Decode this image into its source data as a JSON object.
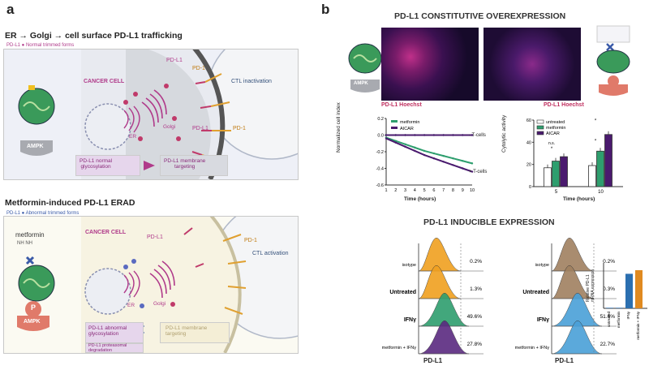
{
  "panel_a": {
    "letter": "a",
    "title1": "ER → Golgi → cell surface PD-L1 trafficking",
    "legend1": "PD-L1 ● Normal trimmed forms",
    "cancer_cell": "CANCER CELL",
    "pdl1": "PD-L1",
    "pd1": "PD-1",
    "ctl_inactivation": "CTL inactivation",
    "golgi": "Golgi",
    "er": "ER",
    "ampk": "AMPK",
    "normal_glyco": "PD-L1 normal\nglycosylation",
    "membrane_targeting": "PD-L1 membrane\ntargeting",
    "title2": "Metformin-induced PD-L1 ERAD",
    "legend2": "PD-L1 ● Abnormal trimmed forms",
    "metformin": "metformin",
    "cancer_cell2": "CANCER CELL",
    "pdl1_2": "PD-L1",
    "pd1_2": "PD-1",
    "ctl_activation": "CTL activation",
    "golgi2": "Golgi",
    "er2": "ER",
    "ampk2": "AMPK",
    "p": "P",
    "abnormal_glyco": "PD-L1 abnormal\nglycosylation",
    "membrane_targeting2": "PD-L1 membrane\ntargeting",
    "proteasomal": "PD-L1 proteasomal\ndegradation"
  },
  "panel_b": {
    "letter": "b",
    "title_const": "PD-L1 CONSTITUTIVE OVEREXPRESSION",
    "img_label_left": "PD-L1 Hoechst",
    "img_label_right": "PD-L1 Hoechst",
    "ampk": "AMPK",
    "title_induc": "PD-L1 INDUCIBLE EXPRESSION",
    "flow_xlabel": "PD-L1"
  },
  "chart_data": [
    {
      "type": "line",
      "title": "",
      "xlabel": "Time (hours)",
      "ylabel": "Normalized cell index",
      "x": [
        1,
        2,
        3,
        4,
        5,
        6,
        7,
        8,
        9,
        10
      ],
      "xticks": [
        "1",
        "2",
        "3",
        "4",
        "5",
        "6",
        "7",
        "8",
        "9",
        "10"
      ],
      "yticks": [
        "0.2",
        "0.0",
        "-0.2",
        "-0.4",
        "-0.6"
      ],
      "ylim": [
        -0.6,
        0.2
      ],
      "series": [
        {
          "name": "metformin",
          "color": "#2e9e6e",
          "minus_tcells": [
            0,
            0,
            0,
            0,
            0,
            0,
            0,
            0,
            0,
            0
          ],
          "plus_tcells": [
            -0.03,
            -0.07,
            -0.11,
            -0.15,
            -0.19,
            -0.22,
            -0.25,
            -0.28,
            -0.31,
            -0.34
          ]
        },
        {
          "name": "AICAR",
          "color": "#4a1a6e",
          "minus_tcells": [
            0,
            0,
            0,
            0,
            0,
            0,
            0,
            0,
            0,
            0
          ],
          "plus_tcells": [
            -0.04,
            -0.09,
            -0.14,
            -0.19,
            -0.24,
            -0.28,
            -0.32,
            -0.36,
            -0.4,
            -0.44
          ]
        }
      ],
      "annotations": [
        "- T-cells",
        "+ T-cells"
      ]
    },
    {
      "type": "bar",
      "xlabel": "Time (hours)",
      "ylabel": "Cytolytic activity",
      "categories": [
        "5",
        "10"
      ],
      "yticks": [
        "0",
        "20",
        "40",
        "60"
      ],
      "ylim": [
        0,
        60
      ],
      "series": [
        {
          "name": "untreated",
          "color": "#ffffff",
          "values": [
            17,
            19
          ]
        },
        {
          "name": "metformin",
          "color": "#2e9e6e",
          "values": [
            23,
            32
          ]
        },
        {
          "name": "AICAR",
          "color": "#4a1a6e",
          "values": [
            27,
            47
          ]
        }
      ],
      "significance": [
        "n.s.",
        "*",
        "*",
        "*"
      ]
    },
    {
      "type": "area",
      "title": "",
      "xlabel": "PD-L1",
      "rows": [
        {
          "label": "isotype",
          "pct": "0.2%",
          "color": "#f0a020"
        },
        {
          "label": "Untreated",
          "pct": "1.3%",
          "color": "#f0a020"
        },
        {
          "label": "IFNγ",
          "pct": "49.6%",
          "color": "#2e9e6e"
        },
        {
          "label": "metformin + IFNγ",
          "pct": "27.8%",
          "color": "#5a2a80"
        }
      ]
    },
    {
      "type": "area",
      "title": "",
      "xlabel": "PD-L1",
      "rows": [
        {
          "label": "isotype",
          "pct": "0.2%",
          "color": "#a08060"
        },
        {
          "label": "Untreated",
          "pct": "0.3%",
          "color": "#a08060"
        },
        {
          "label": "IFNγ",
          "pct": "51.6%",
          "color": "#4aa0d8"
        },
        {
          "label": "metformin + IFNγ",
          "pct": "22.7%",
          "color": "#4aa0d8"
        }
      ]
    },
    {
      "type": "bar",
      "ylabel": "Relative PD-L1\nmRNA expression",
      "categories": [
        "untreated",
        "metformin",
        "IFNγ",
        "metformin + IFNγ"
      ],
      "values": [
        0.3,
        0.3,
        19,
        21
      ],
      "colors": [
        "#2b6fb0",
        "#2b6fb0",
        "#2b6fb0",
        "#e08a20"
      ]
    }
  ]
}
